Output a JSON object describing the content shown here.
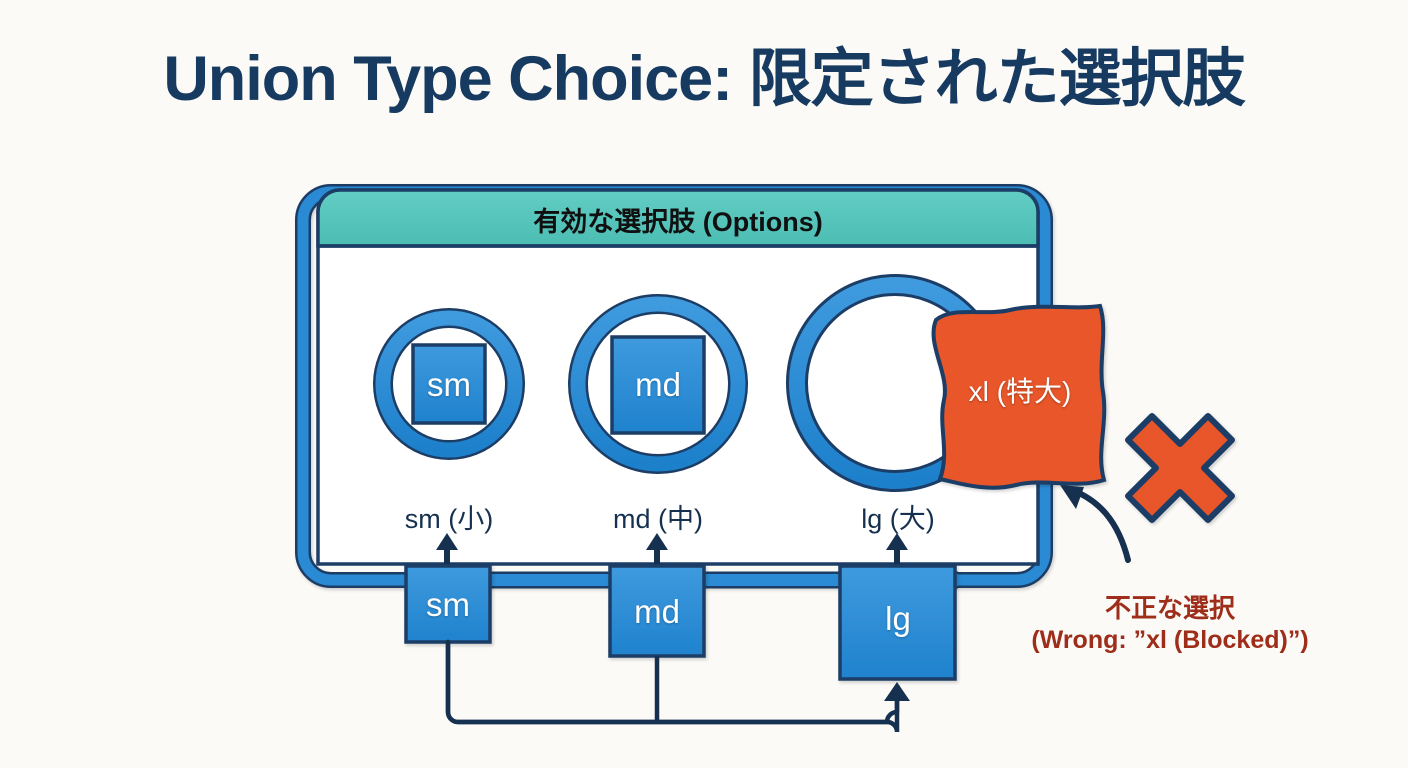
{
  "meta": {
    "domain": "Diagram",
    "background_color": "#fbfaf7"
  },
  "title": "Union Type Choice: 限定された選択肢",
  "panel": {
    "header_label": "有効な選択肢 (Options)",
    "header_color": "#58c5bd",
    "border_color": "#2b8bd4",
    "outline_color": "#1b3d66",
    "fill_color": "#ffffff"
  },
  "options": [
    {
      "id": "sm",
      "chip_label": "sm",
      "caption": "sm (小)",
      "state": "allowed",
      "ring_color": "#2b8bd4",
      "square_color": "#2d8fd5"
    },
    {
      "id": "md",
      "chip_label": "md",
      "caption": "md (中)",
      "state": "allowed",
      "ring_color": "#2b8bd4",
      "square_color": "#2d8fd5"
    },
    {
      "id": "lg",
      "chip_label": "",
      "caption": "lg (大)",
      "state": "blocked-by-overlap",
      "ring_color": "#2b8bd4",
      "square_color": "none"
    }
  ],
  "blob": {
    "label": "xl (特大)",
    "fill_color": "#e8562a",
    "outline_color": "#1b3d66"
  },
  "reject_mark": {
    "icon": "x-mark-icon",
    "fill_color": "#e8562a",
    "outline_color": "#1b3d66"
  },
  "annotation": {
    "line1": "不正な選択",
    "line2": "(Wrong: ”xl (Blocked)”)",
    "color": "#9e2d1a"
  },
  "flow_nodes": [
    {
      "id": "sm",
      "label": "sm",
      "fill_color": "#2d8fd5"
    },
    {
      "id": "md",
      "label": "md",
      "fill_color": "#2d8fd5"
    },
    {
      "id": "lg",
      "label": "lg",
      "fill_color": "#2d8fd5"
    }
  ],
  "connectors": {
    "arrow_color": "#16314f",
    "bus_color": "#2b8bd4",
    "description": "three upward arrows from flow nodes into option captions; bottom feedback line joins sm and md down and right into lg"
  }
}
